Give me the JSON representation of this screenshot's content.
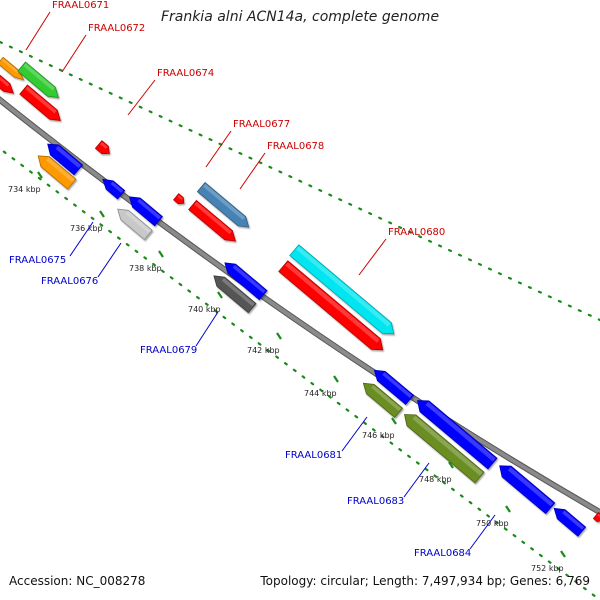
{
  "title": "Frankia alni ACN14a, complete genome",
  "accession": "Accession: NC_008278",
  "topology": "Topology: circular; Length: 7,497,934 bp; Genes: 6,769",
  "colors": {
    "backbone": "#8a8a8a",
    "forward_label": "#cc0000",
    "reverse_label": "#0000cc",
    "tick": "#1a8a1a",
    "red": "#ff0000",
    "green": "#33cc33",
    "orange": "#ff9900",
    "blue": "#0000ff",
    "steelblue": "#4682b4",
    "cyan": "#00e6f0",
    "silver": "#c8c8c8",
    "darkgray": "#555555",
    "olive": "#6b8e23"
  },
  "tick_labels": [
    "734 kbp",
    "736 kbp",
    "738 kbp",
    "740 kbp",
    "742 kbp",
    "744 kbp",
    "746 kbp",
    "748 kbp",
    "750 kbp",
    "752 kbp"
  ],
  "forward_gene_labels": [
    "FRAAL0671",
    "FRAAL0672",
    "FRAAL0674",
    "FRAAL0677",
    "FRAAL0678",
    "FRAAL0680"
  ],
  "reverse_gene_labels": [
    "FRAAL0675",
    "FRAAL0676",
    "FRAAL0679",
    "FRAAL0681",
    "FRAAL0683",
    "FRAAL0684"
  ]
}
